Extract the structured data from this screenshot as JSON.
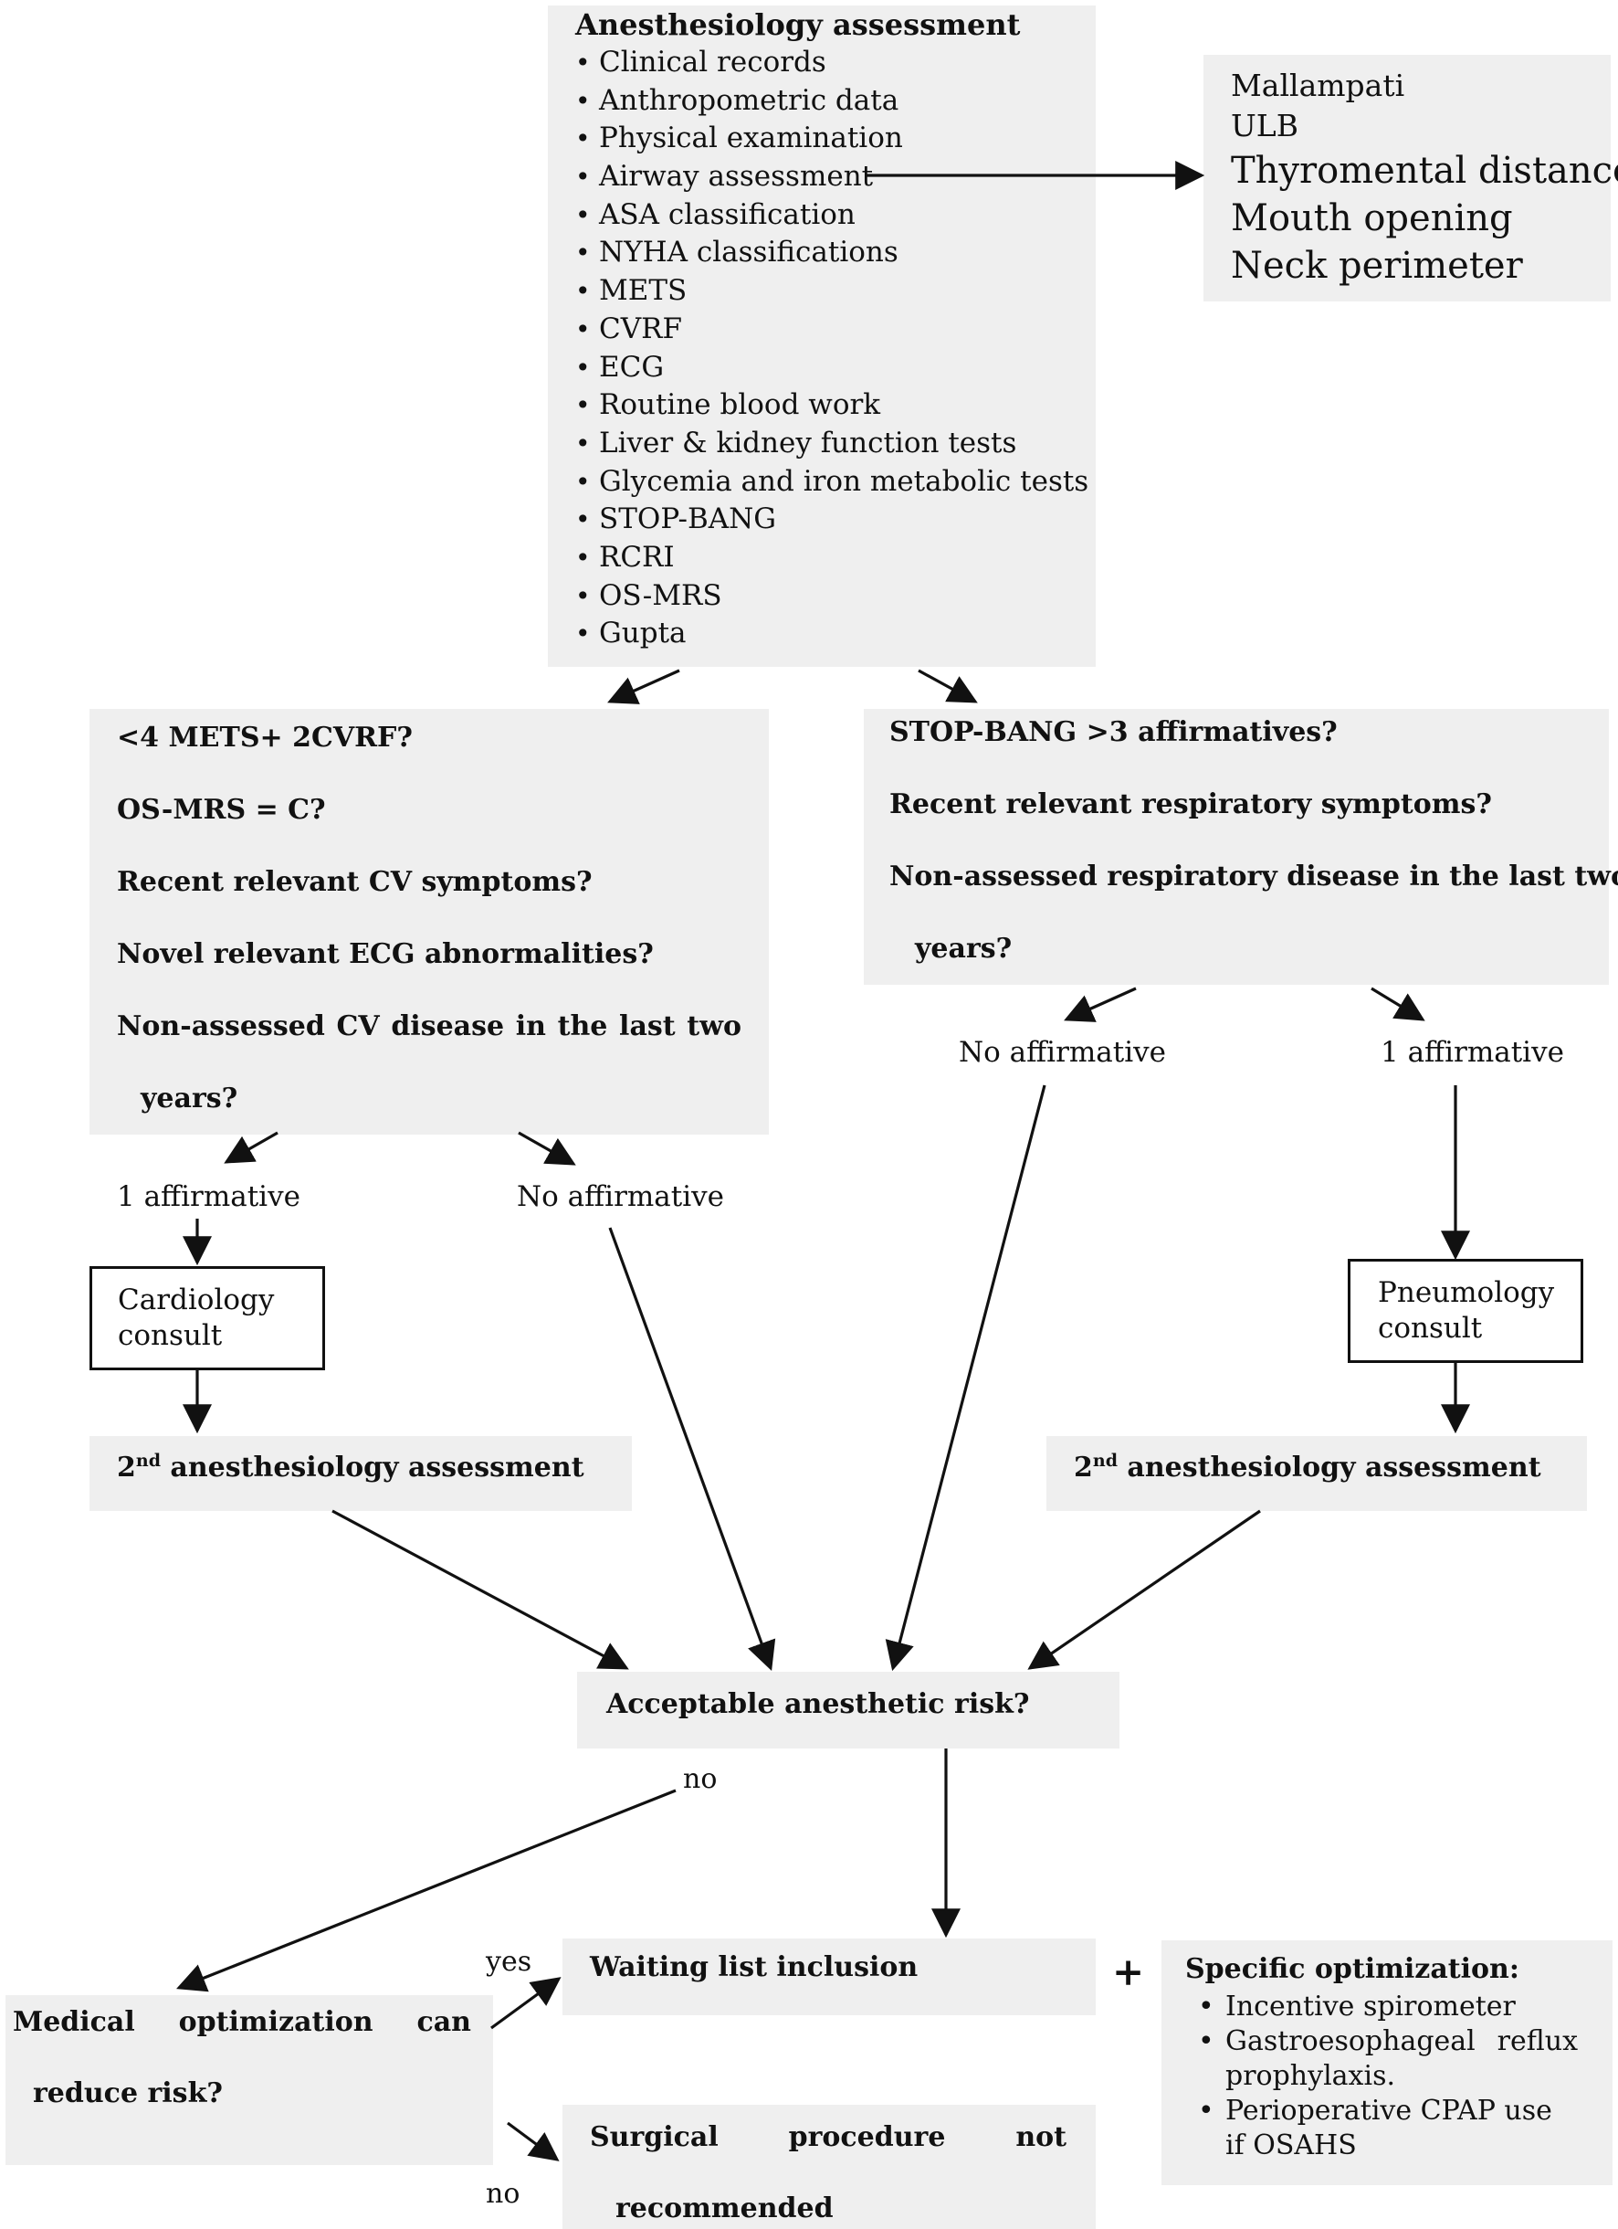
{
  "assessment": {
    "title": "Anesthesiology assessment",
    "items": [
      "Clinical records",
      "Anthropometric data",
      "Physical examination",
      "Airway assessment",
      "ASA classification",
      "NYHA classifications",
      "METS",
      "CVRF",
      "ECG",
      "Routine blood work",
      "Liver & kidney function tests",
      "Glycemia and iron metabolic tests",
      "STOP-BANG",
      "RCRI",
      "OS-MRS",
      "Gupta"
    ]
  },
  "airway": {
    "items": [
      "Mallampati",
      "ULB",
      "Thyromental distance",
      "Mouth opening",
      "Neck perimeter"
    ]
  },
  "cv_questions": {
    "lines": [
      "<4 METS+ 2CVRF?",
      "OS-MRS = C?",
      "Recent relevant CV symptoms?",
      "Novel relevant ECG abnormalities?",
      "Non-assessed CV disease in the last two",
      "years?"
    ]
  },
  "resp_questions": {
    "lines": [
      "STOP-BANG >3 affirmatives?",
      "Recent relevant respiratory symptoms?",
      "Non-assessed respiratory disease in the last two",
      "years?"
    ]
  },
  "labels": {
    "cv_one": "1 affirmative",
    "cv_none": "No affirmative",
    "resp_none": "No affirmative",
    "resp_one": "1 affirmative",
    "no1": "no",
    "yes": "yes",
    "no2": "no"
  },
  "cardiology": {
    "line1": "Cardiology",
    "line2": "consult"
  },
  "pneumology": {
    "line1": "Pneumology",
    "line2": "consult"
  },
  "second_left": {
    "sup_num": "2",
    "sup": "nd",
    "rest": " anesthesiology assessment"
  },
  "second_right": {
    "sup_num": "2",
    "sup": "nd",
    "rest": " anesthesiology assessment"
  },
  "acceptable": "Acceptable anesthetic risk?",
  "medical": {
    "line1": "Medical optimization can",
    "line2": "reduce risk?"
  },
  "waiting": "Waiting list inclusion",
  "plus": "+",
  "surgical": {
    "line1": "Surgical procedure not",
    "line2": "recommended"
  },
  "optimization": {
    "title": "Specific optimization:",
    "items": [
      "Incentive spirometer",
      "Gastroesophageal reflux prophylaxis.",
      "Perioperative CPAP use if OSAHS"
    ]
  }
}
